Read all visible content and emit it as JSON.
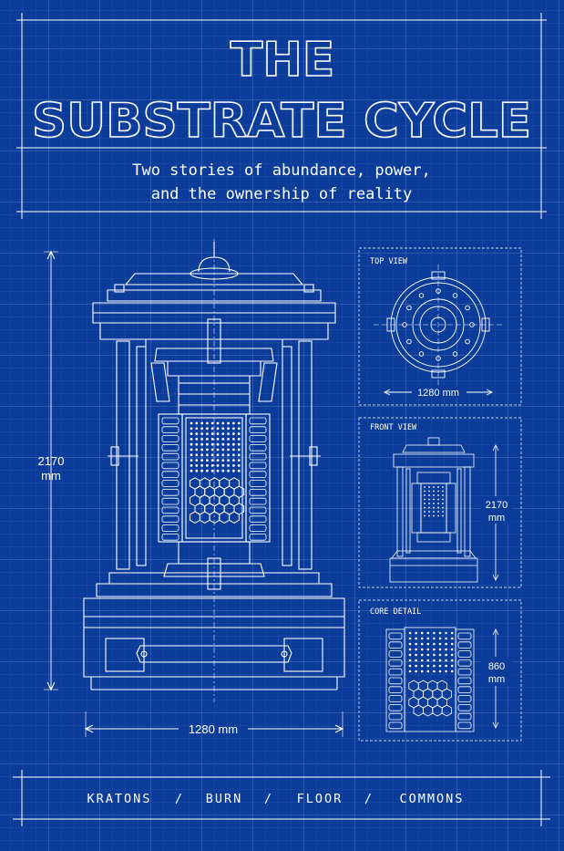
{
  "cover": {
    "title_line1": "THE",
    "title_line2": "SUBSTRATE CYCLE",
    "subtitle_line1": "Two stories of abundance, power,",
    "subtitle_line2": "and the ownership of reality"
  },
  "main_drawing": {
    "height_value": "2170",
    "height_unit": "mm",
    "width_label": "1280 mm"
  },
  "top_view": {
    "label": "TOP VIEW",
    "width_label": "1280 mm"
  },
  "front_view": {
    "label": "FRONT VIEW",
    "height_value": "2170",
    "height_unit": "mm"
  },
  "core_detail": {
    "label": "CORE DETAIL",
    "height_value": "860",
    "height_unit": "mm"
  },
  "footer": {
    "items": [
      "KRATONS",
      "/",
      "BURN",
      "/",
      "FLOOR",
      "/",
      "COMMONS"
    ]
  },
  "colors": {
    "background": "#0b3c9a",
    "line": "#ffffff"
  }
}
